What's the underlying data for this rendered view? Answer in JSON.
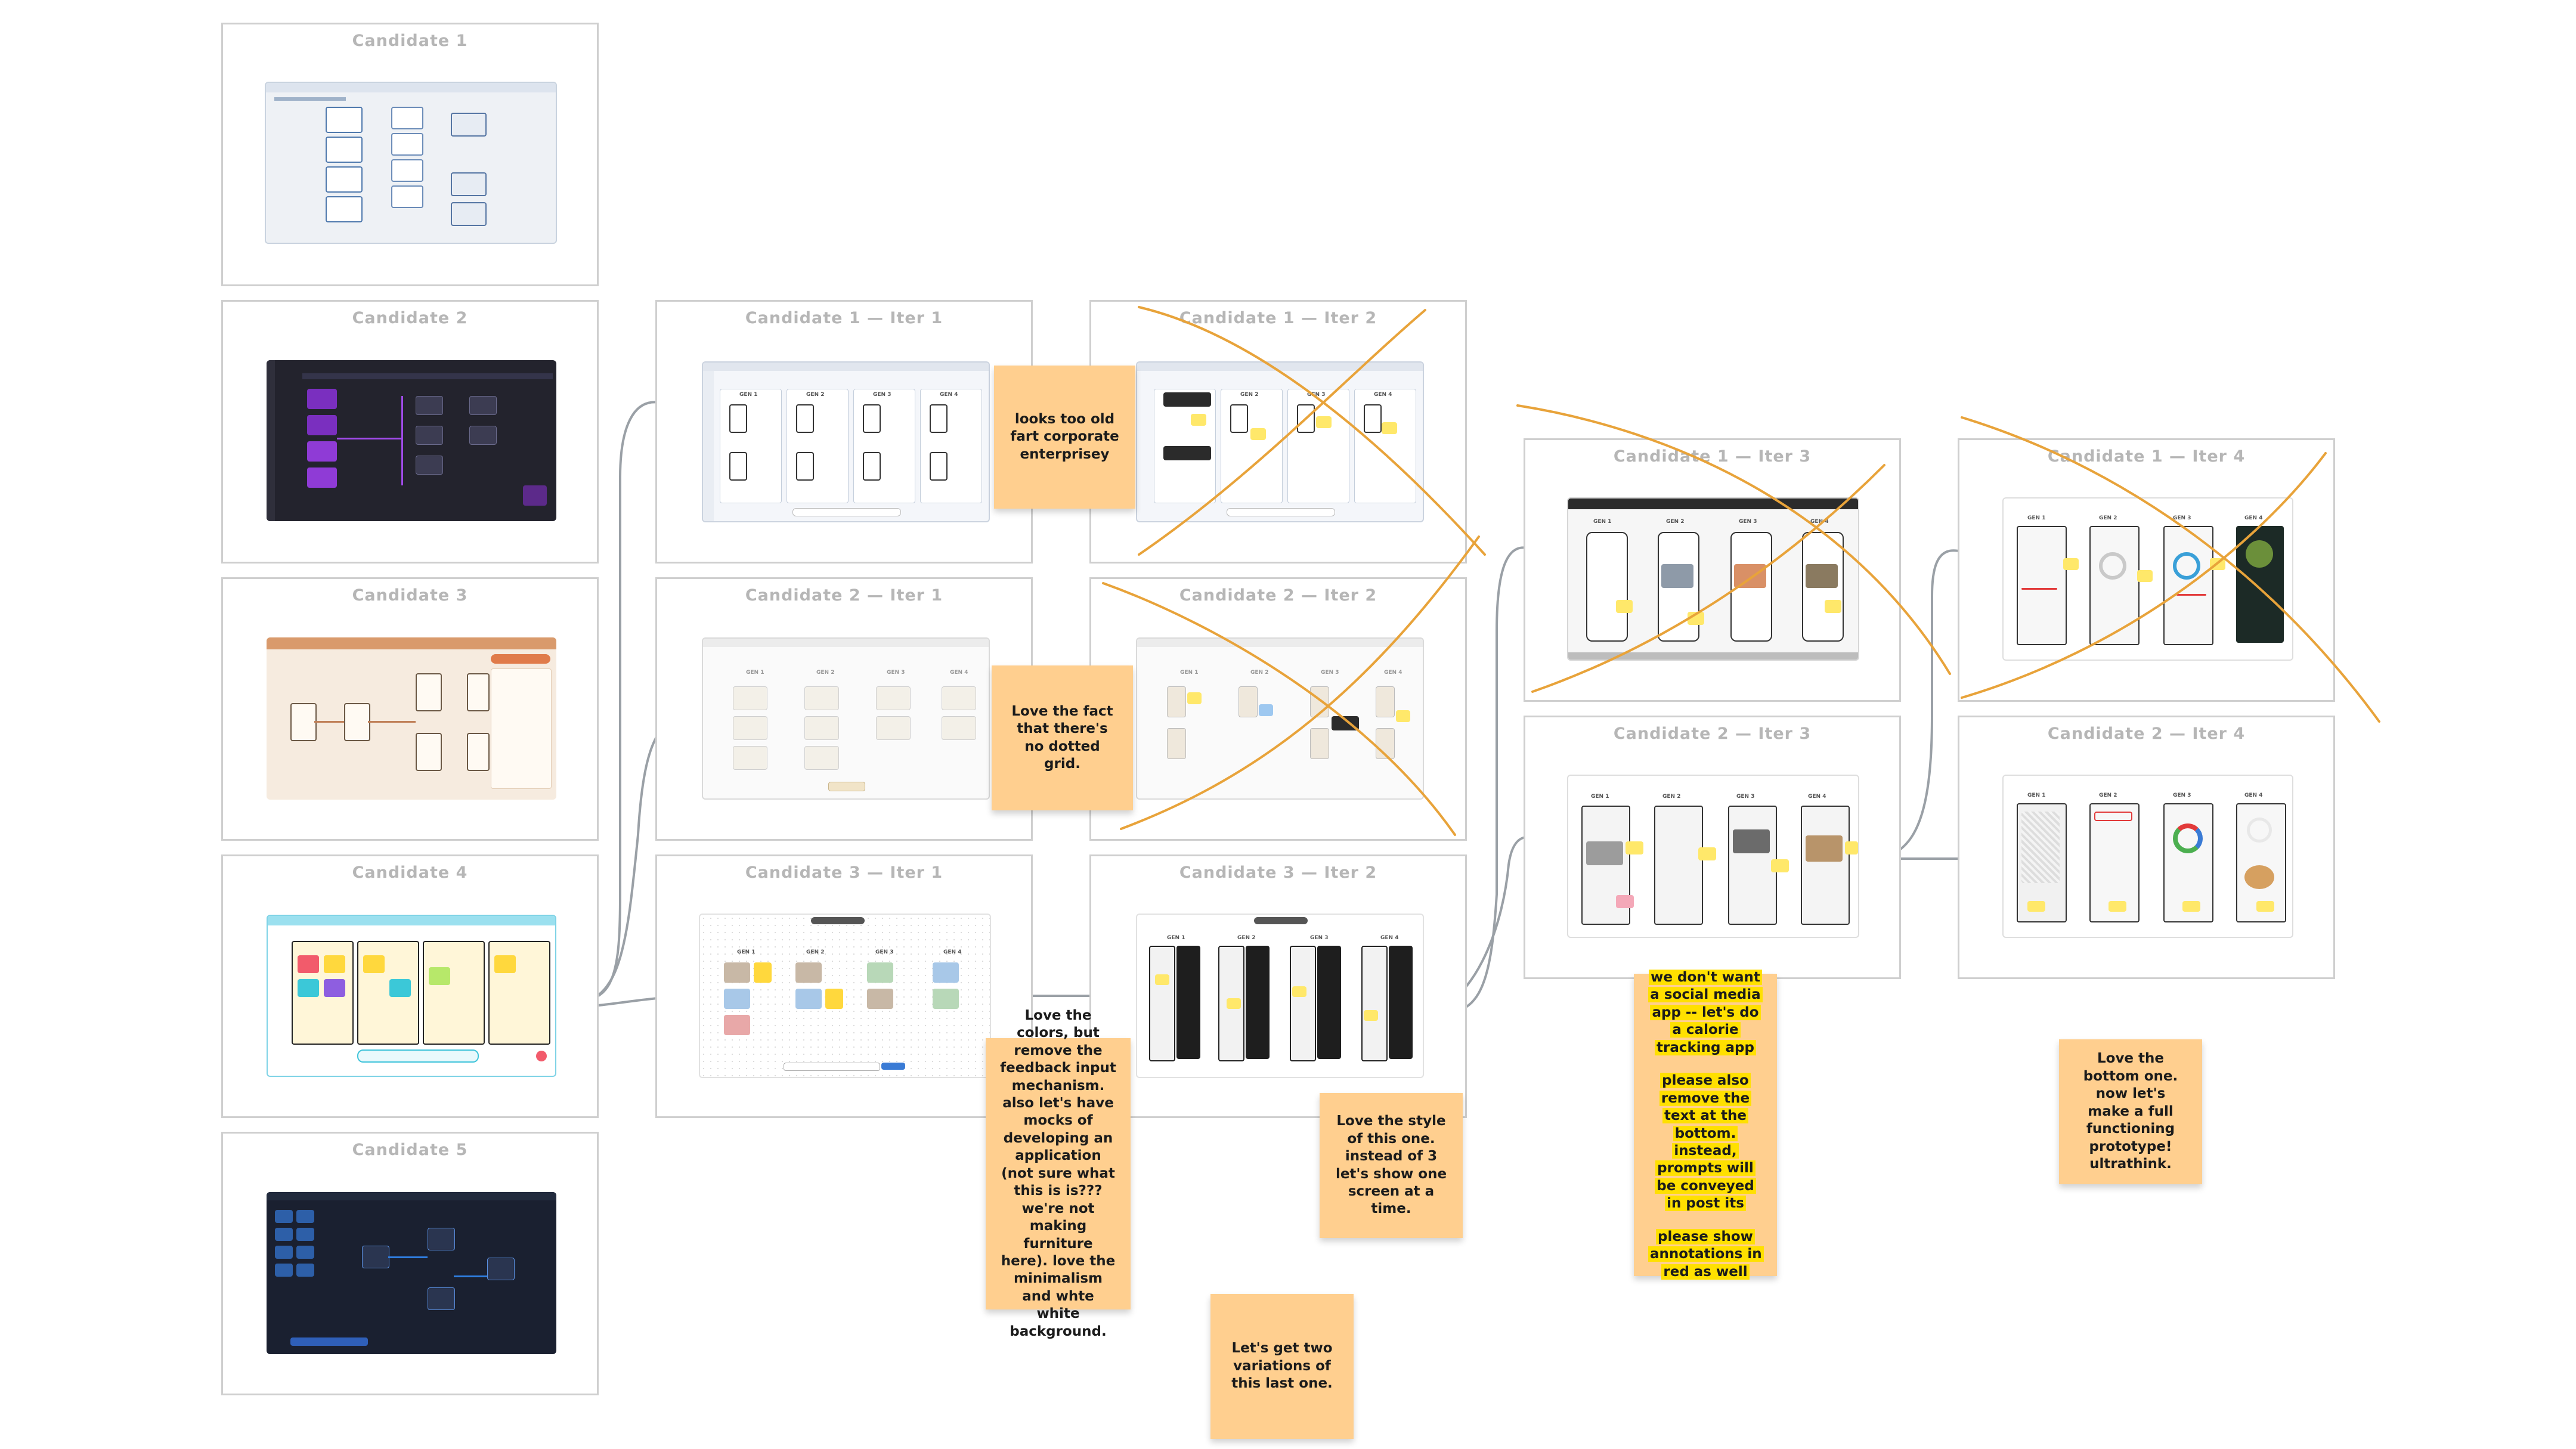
{
  "frames": {
    "c1": "Candidate 1",
    "c2": "Candidate 2",
    "c3": "Candidate 3",
    "c4": "Candidate 4",
    "c5": "Candidate 5",
    "c1i1": "Candidate 1 — Iter 1",
    "c2i1": "Candidate 2 — Iter 1",
    "c3i1": "Candidate 3 — Iter 1",
    "c1i2": "Candidate 1 — Iter 2",
    "c2i2": "Candidate 2 — Iter 2",
    "c3i2": "Candidate 3 — Iter 2",
    "c1i3": "Candidate 1 — Iter 3",
    "c2i3": "Candidate 2 — Iter 3",
    "c1i4": "Candidate 1 — Iter 4",
    "c2i4": "Candidate 2 — Iter 4"
  },
  "gen_labels": [
    "GEN 1",
    "GEN 2",
    "GEN 3",
    "GEN 4"
  ],
  "stickies": {
    "s1": "looks too old fart corporate enterprisey",
    "s2": "Love the fact that there's no dotted grid.",
    "s3": "Love the colors, but remove the feedback input mechanism. also let's have mocks of developing an application (not sure what this is is??? we're not making furniture here). love the minimalism and whte white background.",
    "s4": "Love the style of this one. instead of 3 let's show one screen at a time.",
    "s5": "Let's get two variations of this last one.",
    "s6": {
      "p1": "we don't want a social media app -- let's do a calorie tracking app",
      "p2": "please also remove the text at the bottom. instead, prompts will be conveyed in post its",
      "p3": "please show annotations in red as well"
    },
    "s7": "Love the bottom one. now let's make a full functioning prototype! ultrathink."
  },
  "colors": {
    "frame_border": "#cfcfcf",
    "title_gray": "#b6b6b6",
    "sticky": "#ffcf8f",
    "highlight": "#ffe000",
    "strike_orange": "#e8a33a",
    "connector": "#9aa0a6"
  }
}
